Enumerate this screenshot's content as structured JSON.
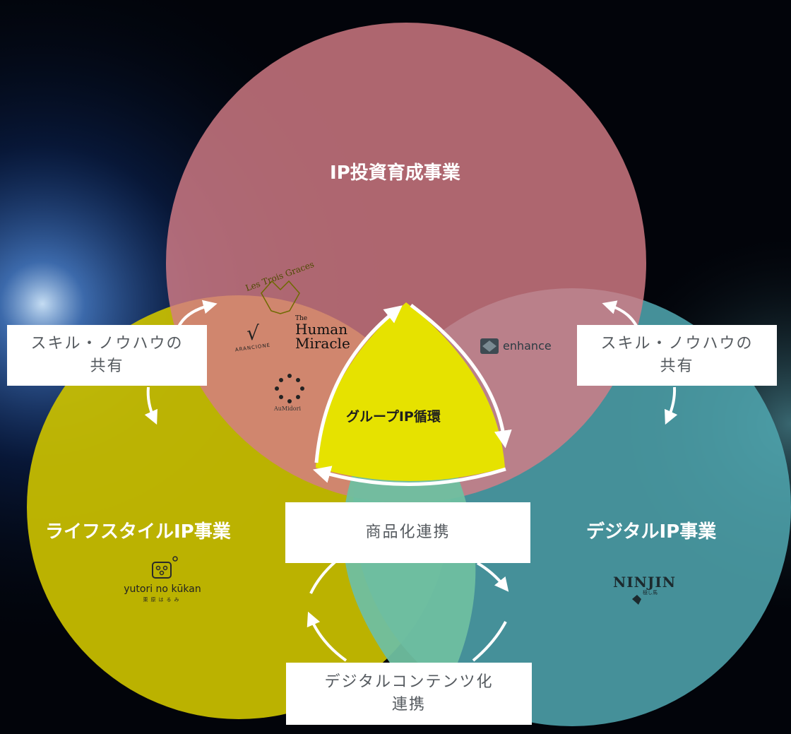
{
  "colors": {
    "background": "#02040a",
    "ip_investment_circle": "#c06c77",
    "lifestyle_circle": "#c9c000",
    "digital_circle": "#4fa4ad",
    "center_region": "#e6e200",
    "lifestyle_digital_overlap": "#6fbfa0",
    "arrow": "#ffffff",
    "label_box": "#ffffff",
    "label_text": "#555a5f"
  },
  "circles": {
    "ip_investment": {
      "title": "IP投資育成事業"
    },
    "lifestyle": {
      "title": "ライフスタイルIP事業"
    },
    "digital": {
      "title": "デジタルIP事業"
    }
  },
  "center": {
    "title": "グループIP循環"
  },
  "labels": {
    "skills_left": [
      "スキル・ノウハウの",
      "共有"
    ],
    "skills_right": [
      "スキル・ノウハウの",
      "共有"
    ],
    "commercialization": "商品化連携",
    "digital_content": [
      "デジタルコンテンツ化",
      "連携"
    ]
  },
  "logos": {
    "les_trois_graces": "Les Trois Graces",
    "human_miracle": [
      "The",
      "Human",
      "Miracle"
    ],
    "arancione": [
      "√",
      "ARANCIONE"
    ],
    "aumicrom": "AuMidori",
    "enhance": "enhance",
    "yutori": [
      "yutori no kūkan",
      "栗原はるみ"
    ],
    "ninjin": [
      "NINJIN",
      "極し馬"
    ]
  }
}
